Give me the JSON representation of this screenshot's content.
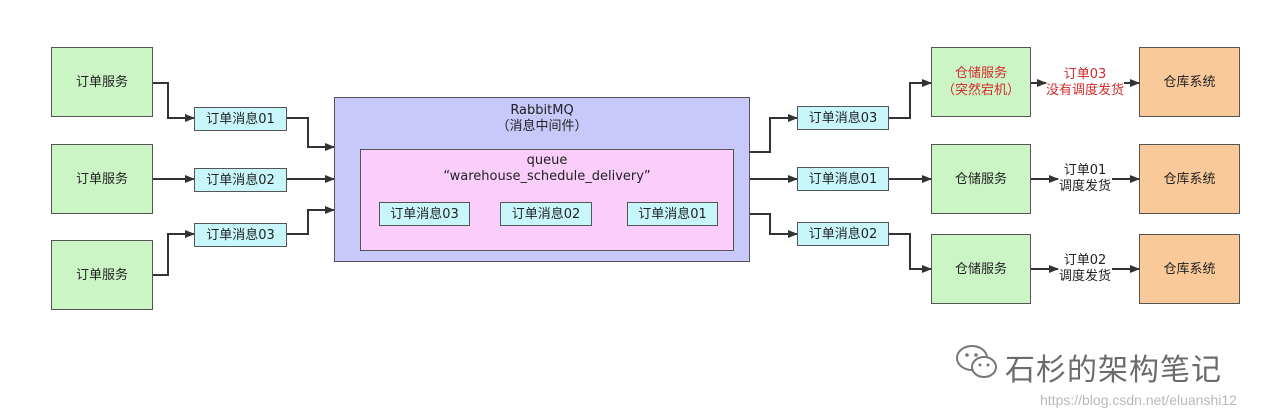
{
  "producers": [
    {
      "label": "订单服务"
    },
    {
      "label": "订单服务"
    },
    {
      "label": "订单服务"
    }
  ],
  "inbound_messages": [
    {
      "label": "订单消息01"
    },
    {
      "label": "订单消息02"
    },
    {
      "label": "订单消息03"
    }
  ],
  "broker": {
    "title": "RabbitMQ",
    "subtitle": "（消息中间件）",
    "queue": {
      "title": "queue",
      "name": "“warehouse_schedule_delivery”",
      "messages": [
        {
          "label": "订单消息03"
        },
        {
          "label": "订单消息02"
        },
        {
          "label": "订单消息01"
        }
      ]
    }
  },
  "outbound_messages": [
    {
      "label": "订单消息03"
    },
    {
      "label": "订单消息01"
    },
    {
      "label": "订单消息02"
    }
  ],
  "consumers": [
    {
      "line1": "仓储服务",
      "line2": "（突然宕机）",
      "status_color": "#d22a2a"
    },
    {
      "line1": "仓储服务",
      "line2": ""
    },
    {
      "line1": "仓储服务",
      "line2": ""
    }
  ],
  "dispatch_notes": [
    {
      "line1": "订单03",
      "line2": "没有调度发货",
      "status_color": "#d22a2a"
    },
    {
      "line1": "订单01",
      "line2": "调度发货"
    },
    {
      "line1": "订单02",
      "line2": "调度发货"
    }
  ],
  "warehouses": [
    {
      "label": "仓库系统"
    },
    {
      "label": "仓库系统"
    },
    {
      "label": "仓库系统"
    }
  ],
  "watermark": {
    "title": "石杉的架构笔记",
    "url": "https://blog.csdn.net/eluanshi12"
  },
  "colors": {
    "service_green": "#ccf5c6",
    "message_cyan": "#c8f7fb",
    "broker_lavender": "#c8c8fb",
    "queue_pink": "#facdfb",
    "warehouse_orange": "#fac99a",
    "alert_red": "#d22a2a"
  }
}
